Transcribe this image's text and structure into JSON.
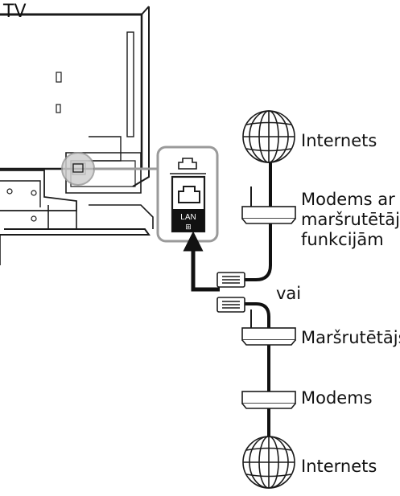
{
  "labels": {
    "tv": "TV",
    "internet_top": "Internets",
    "modem_router": [
      "Modems ar",
      "maršrutētāja",
      "funkcijām"
    ],
    "or": "vai",
    "router": "Maršrutētājs",
    "modem": "Modems",
    "internet_bottom": "Internets",
    "port_label": "LAN"
  },
  "colors": {
    "outline": "#1a1a1a",
    "panel_border": "#9a9a9a",
    "highlight": "#cfcfcf",
    "cable": "#111111"
  }
}
